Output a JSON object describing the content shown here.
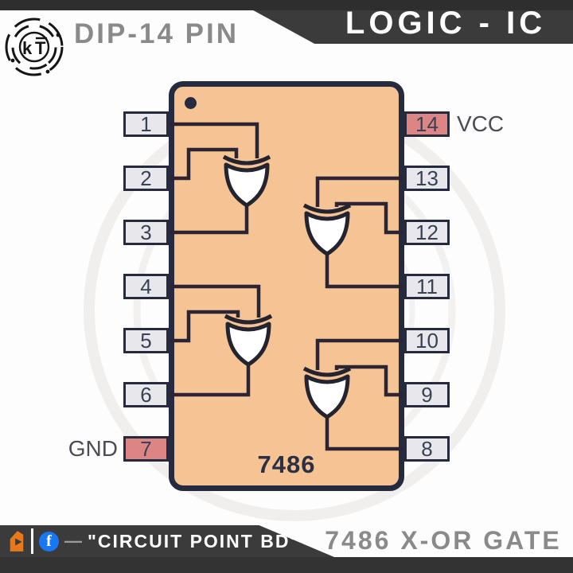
{
  "header": {
    "top_left_title": "DIP-14 PIN",
    "top_right_title": "LOGIC - IC",
    "logo_text_k": "k",
    "logo_text_t": "T"
  },
  "diagram": {
    "part_number": "7486",
    "gate_type": "X-OR",
    "vcc_label": "VCC",
    "gnd_label": "GND",
    "pins": {
      "left": [
        {
          "num": "1"
        },
        {
          "num": "2"
        },
        {
          "num": "3"
        },
        {
          "num": "4"
        },
        {
          "num": "5"
        },
        {
          "num": "6"
        },
        {
          "num": "7",
          "power": true,
          "label": "GND"
        }
      ],
      "right": [
        {
          "num": "14",
          "power": true,
          "label": "VCC"
        },
        {
          "num": "13"
        },
        {
          "num": "12"
        },
        {
          "num": "11"
        },
        {
          "num": "10"
        },
        {
          "num": "9"
        },
        {
          "num": "8"
        }
      ]
    },
    "gates": [
      {
        "name": "gate-1",
        "inputs": [
          "1",
          "2"
        ],
        "output": "3"
      },
      {
        "name": "gate-2",
        "inputs": [
          "13",
          "12"
        ],
        "output": "11"
      },
      {
        "name": "gate-3",
        "inputs": [
          "4",
          "5"
        ],
        "output": "6"
      },
      {
        "name": "gate-4",
        "inputs": [
          "10",
          "9"
        ],
        "output": "8"
      }
    ]
  },
  "footer": {
    "dash": "—",
    "brand": "\"CIRCUIT POINT BD\"",
    "facebook_icon": "f",
    "subtitle": "7486 X-OR GATE"
  },
  "colors": {
    "ic_body": "#f5c394",
    "outline": "#262a3e",
    "pin_fill": "#e8e8ec",
    "power_pin_fill": "#dd8585",
    "band_dark": "#3b3b3b",
    "title_gray": "#8a8a8a",
    "accent_orange": "#e8791a",
    "facebook_blue": "#1877f2"
  }
}
